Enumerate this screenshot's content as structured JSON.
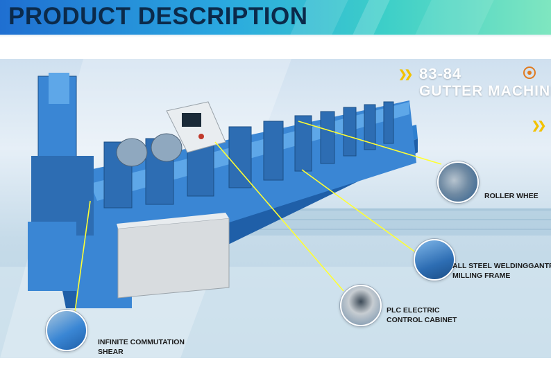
{
  "banner": {
    "title": "PRODUCT DESCRIPTION"
  },
  "machine": {
    "title_line1": "83-84",
    "title_line2": "GUTTER MACHINE"
  },
  "callouts": {
    "roller": "ROLLER WHEE",
    "frame_line1": "ALL STEEL WELDINGGANTRY",
    "frame_line2": "MILLING FRAME",
    "plc_line1": "PLC ELECTRIC",
    "plc_line2": "CONTROL CABINET",
    "shear_line1": "INFINITE COMMUTATION",
    "shear_line2": "SHEAR"
  },
  "colors": {
    "banner_start": "#1f6fd1",
    "banner_end": "#7fe6c0",
    "machine_blue": "#3a86d4",
    "accent_yellow": "#f2c200",
    "callout_line": "#ffff33"
  }
}
